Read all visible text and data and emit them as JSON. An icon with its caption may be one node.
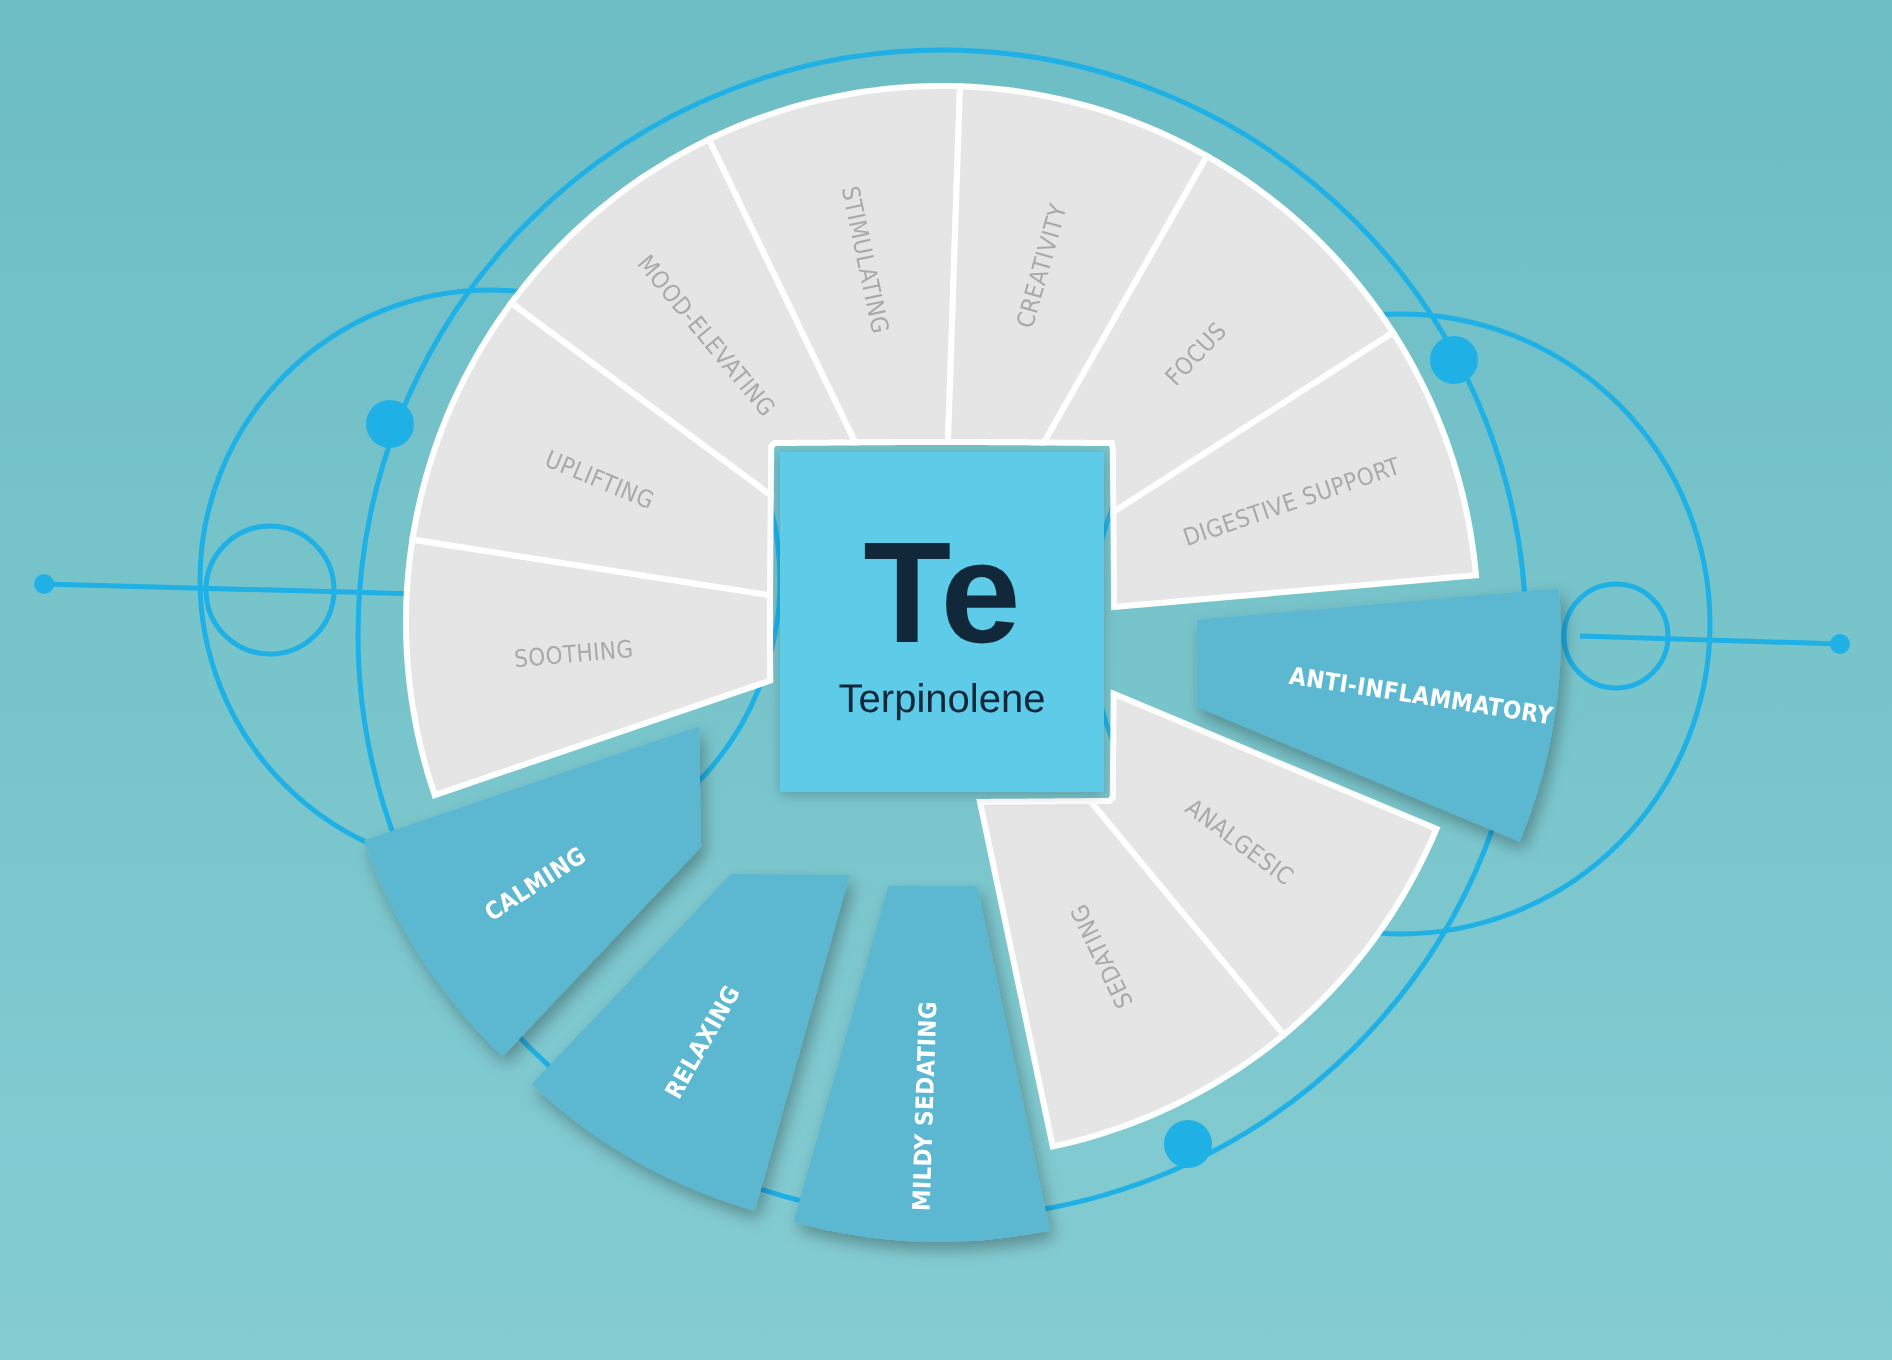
{
  "diagram": {
    "nodes": [
      {
        "text": [
          "Te",
          "Terpinolene"
        ]
      },
      {
        "text": [
          "SOOTHING"
        ]
      },
      {
        "text": [
          "UPLIFTING"
        ]
      },
      {
        "text": [
          "MOOD-ELEVATING"
        ]
      },
      {
        "text": [
          "STIMULATING"
        ]
      },
      {
        "text": [
          "CREATIVITY"
        ]
      },
      {
        "text": [
          "FOCUS"
        ]
      },
      {
        "text": [
          "DIGESTIVE SUPPORT"
        ]
      },
      {
        "text": [
          "ANTI-INFLAMMATORY"
        ]
      },
      {
        "text": [
          "ANALGESIC"
        ]
      },
      {
        "text": [
          "SEDATING"
        ]
      },
      {
        "text": [
          "MILDY SEDATING"
        ]
      },
      {
        "text": [
          "RELAXING"
        ]
      },
      {
        "text": [
          "CALMING"
        ]
      }
    ]
  }
}
